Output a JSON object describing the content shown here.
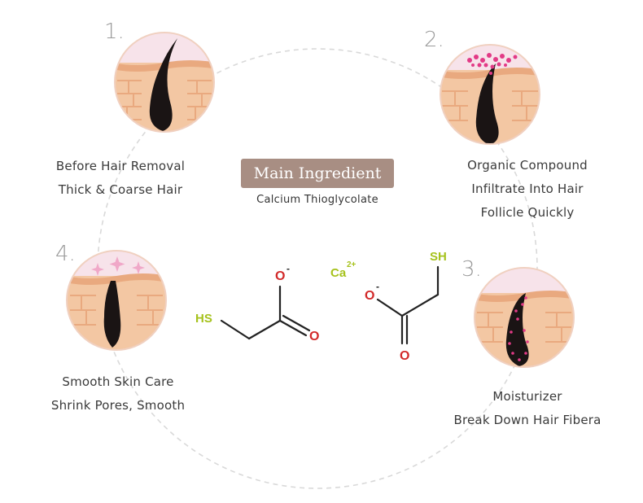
{
  "steps": [
    {
      "number": "1.",
      "lines": [
        "Before Hair Removal",
        "Thick & Coarse Hair"
      ]
    },
    {
      "number": "2.",
      "lines": [
        "Organic Compound",
        "Infiltrate Into Hair",
        "Follicle Quickly"
      ]
    },
    {
      "number": "3.",
      "lines": [
        "Moisturizer",
        "Break Down Hair Fibera"
      ]
    },
    {
      "number": "4.",
      "lines": [
        "Smooth Skin Care",
        "Shrink Pores, Smooth"
      ]
    }
  ],
  "ingredient": {
    "badge": "Main Ingredient",
    "name": "Calcium Thioglycolate"
  },
  "formula": {
    "left_sh": "HS",
    "left_o_minus": "O",
    "left_o": "O",
    "ion": "Ca",
    "ion_charge": "2+",
    "right_sh": "SH",
    "right_o_minus": "O",
    "right_o": "O",
    "minus": "-"
  },
  "colors": {
    "skin": "#f3c7a3",
    "skin_dark": "#e9a97f",
    "hair": "#1a1414",
    "pink": "#f6d6e2",
    "dots": "#e23a86",
    "badge": "#a88e83",
    "oxygen": "#d22a2a",
    "sulfur": "#a6c21d"
  }
}
